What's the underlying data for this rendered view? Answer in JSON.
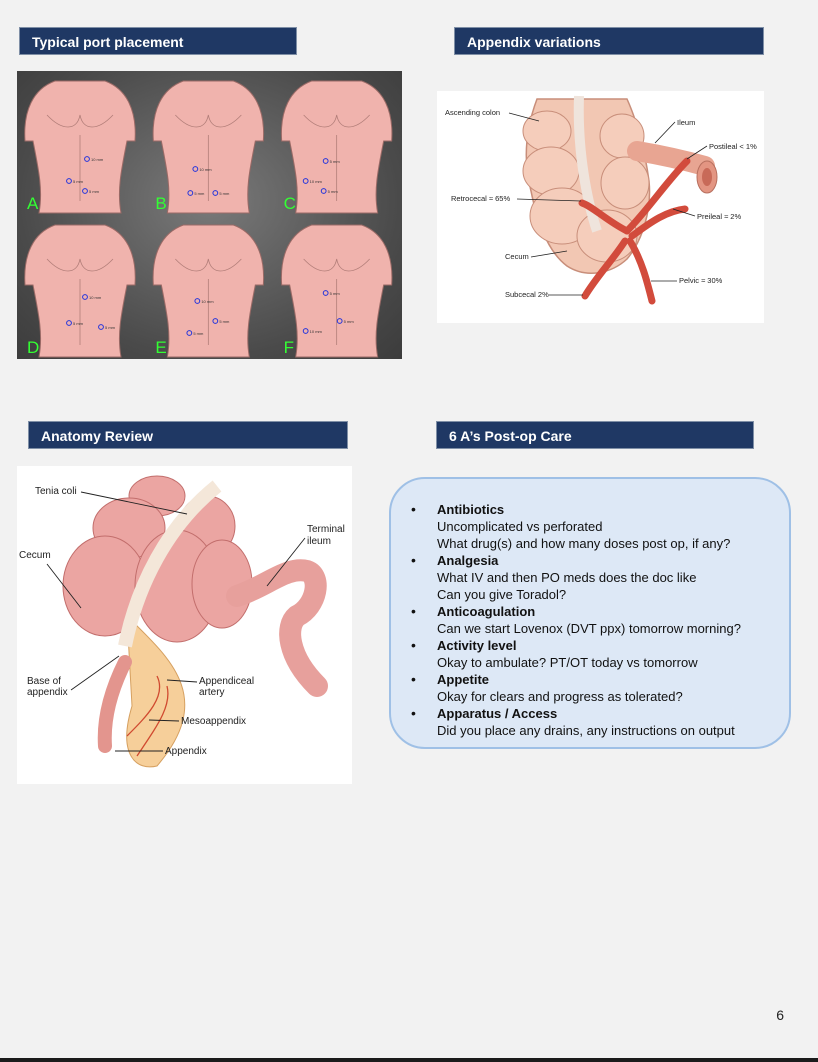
{
  "headers": {
    "ports": "Typical port placement",
    "appendix": "Appendix variations",
    "anatomy": "Anatomy Review",
    "care": "6 A’s Post-op Care"
  },
  "ports": {
    "panels": [
      {
        "letter": "A",
        "ports": [
          "10 mm",
          "5 mm",
          "5 mm"
        ]
      },
      {
        "letter": "B",
        "ports": [
          "10 mm",
          "5 mm",
          "5 mm"
        ]
      },
      {
        "letter": "C",
        "ports": [
          "5 mm",
          "10 mm",
          "5 mm"
        ]
      },
      {
        "letter": "D",
        "ports": [
          "10 mm",
          "5 mm",
          "5 mm"
        ]
      },
      {
        "letter": "E",
        "ports": [
          "10 mm",
          "5 mm",
          "5 mm"
        ]
      },
      {
        "letter": "F",
        "ports": [
          "5 mm",
          "5 mm",
          "10 mm"
        ]
      }
    ],
    "letter_color": "#33ff33",
    "port_color": "#2233dd"
  },
  "appendix_labels": {
    "ascending_colon": "Ascending colon",
    "ileum": "Ileum",
    "postileal": "Postileal < 1%",
    "retrocecal": "Retrocecal ≈ 65%",
    "preileal": "Preileal ≈ 2%",
    "cecum": "Cecum",
    "pelvic": "Pelvic ≈ 30%",
    "subcecal": "Subcecal 2%"
  },
  "anatomy_labels": {
    "tenia_coli": "Tenia coli",
    "terminal": "Terminal",
    "ileum": "ileum",
    "cecum": "Cecum",
    "base_of": "Base of",
    "appendix": "appendix",
    "appendiceal": "Appendiceal",
    "artery": "artery",
    "mesoappendix": "Mesoappendix",
    "appendix_label": "Appendix"
  },
  "care": {
    "items": [
      {
        "title": "Antibiotics",
        "lines": [
          "Uncomplicated vs perforated",
          "What drug(s) and how many doses post op, if any?"
        ]
      },
      {
        "title": "Analgesia",
        "lines": [
          "What IV and then PO meds does the doc like",
          "Can you give Toradol?"
        ]
      },
      {
        "title": "Anticoagulation",
        "lines": [
          "Can we start Lovenox (DVT ppx) tomorrow morning?"
        ]
      },
      {
        "title": "Activity level",
        "lines": [
          "Okay to ambulate? PT/OT today vs tomorrow"
        ]
      },
      {
        "title": "Appetite",
        "lines": [
          "Okay for clears and progress as tolerated?"
        ]
      },
      {
        "title": "Apparatus / Access",
        "lines": [
          "Did you place any drains, any instructions on output"
        ]
      }
    ]
  },
  "page_number": "6"
}
